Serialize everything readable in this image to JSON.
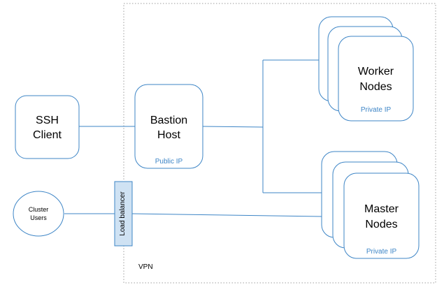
{
  "diagram": {
    "vpn": {
      "label": "VPN"
    },
    "ssh_client": {
      "line1": "SSH",
      "line2": "Client"
    },
    "bastion": {
      "line1": "Bastion",
      "line2": "Host",
      "ip_label": "Public IP"
    },
    "worker": {
      "line1": "Worker",
      "line2": "Nodes",
      "ip_label": "Private IP"
    },
    "master": {
      "line1": "Master",
      "line2": "Nodes",
      "ip_label": "Private IP"
    },
    "users": {
      "line1": "Cluster",
      "line2": "Users"
    },
    "load_balancer": {
      "label": "Load balancer"
    }
  },
  "colors": {
    "box_stroke": "#3d85c6",
    "lb_fill": "#cfe2f3",
    "line": "#3d85c6",
    "vpn_border": "#9e9e9e",
    "ip_text": "#3d85c6"
  }
}
